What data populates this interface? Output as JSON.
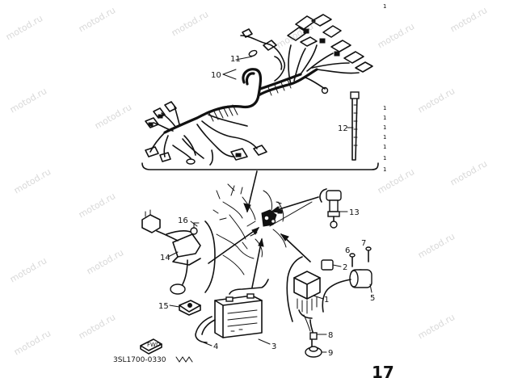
{
  "watermark": "motod.ru",
  "diagram_code": "3SL1700-0330",
  "corner_mark": "1",
  "page_mark": "17",
  "part_labels": {
    "p1": "1",
    "p2": "2",
    "p3": "3",
    "p4": "4",
    "p5": "5",
    "p6": "6",
    "p7": "7",
    "p8": "8",
    "p9": "9",
    "p10": "10",
    "p11": "11",
    "p12": "12",
    "p13": "13",
    "p14": "14",
    "p15": "15",
    "p16": "16"
  },
  "qty_marks": [
    "1",
    "1",
    "1",
    "1",
    "1",
    "1",
    "1"
  ],
  "tag_text": "FWD"
}
